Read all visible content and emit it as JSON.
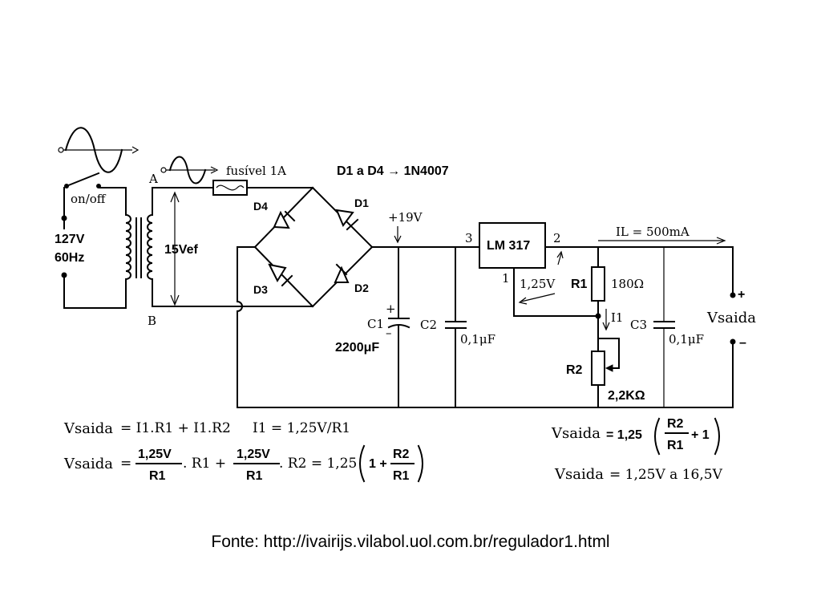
{
  "labels": {
    "switch": "on/off",
    "mains_voltage": "127V",
    "mains_freq": "60Hz",
    "secondary_voltage": "15Vef",
    "node_a": "A",
    "node_b": "B",
    "fuse": "fusível 1A",
    "diodes_note": "D1 a D4 → 1N4007",
    "d1": "D1",
    "d2": "D2",
    "d3": "D3",
    "d4": "D4",
    "rail_voltage": "+19V",
    "regulator": "LM 317",
    "pin1": "1",
    "pin2": "2",
    "pin3": "3",
    "ref_voltage": "1,25V",
    "load_current": "IL = 500mA",
    "r1": "R1",
    "r1_value": "180Ω",
    "i1": "I1",
    "r2": "R2",
    "r2_value": "2,2KΩ",
    "c1": "C1",
    "c1_value": "2200μF",
    "c2": "C2",
    "c2_value": "0,1μF",
    "c3": "C3",
    "c3_value": "0,1μF",
    "plus": "+",
    "minus": "–",
    "vout": "Vsaida"
  },
  "equations": {
    "eq1_lhs": "Vsaida",
    "eq1_rhs": "= I1.R1 + I1.R2",
    "eq_i1": "I1 = 1,25V/R1",
    "eq2_lhs": "Vsaida",
    "frac_num": "1,25V",
    "frac_den": "R1",
    "term_r1": ". R1  +",
    "term_r2": ". R2 = 1,25",
    "paren_one": "1 +",
    "r2_over": "R2",
    "r1_under": "R1",
    "eq3_lhs": "Vsaida",
    "eq3_mid": "= 1,25",
    "plus_one": "+ 1",
    "eq4_lhs": "Vsaida",
    "eq4_rhs": "= 1,25V a 16,5V"
  },
  "source": "Fonte: http://ivairijs.vilabol.uol.com.br/regulador1.html"
}
